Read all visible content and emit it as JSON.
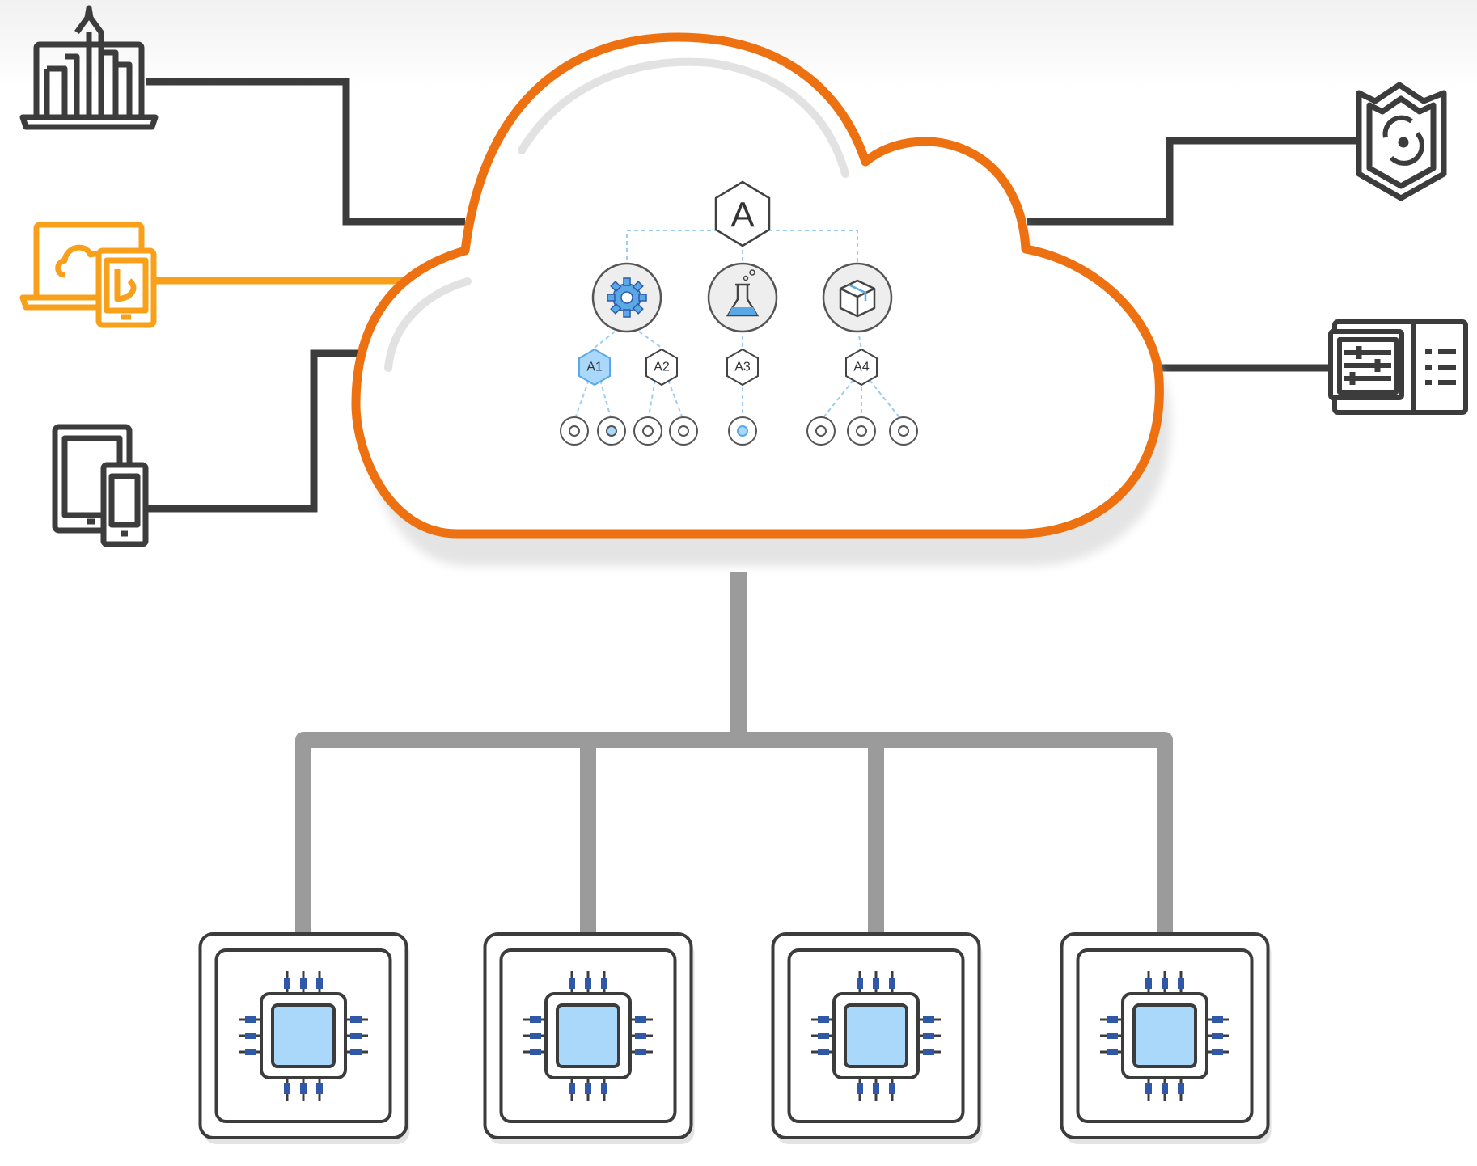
{
  "colors": {
    "cloud_outline": "#EE7111",
    "highlight_device": "#F9A01B",
    "dark_line": "#3C3C3C",
    "bus_line": "#9B9B9B",
    "chip_fill": "#A9D8FA",
    "chip_pin": "#2F58A8",
    "accent_blue": "#5AA9E6"
  },
  "cloud": {
    "root_label": "A",
    "services": [
      {
        "icon": "gear-icon"
      },
      {
        "icon": "flask-icon"
      },
      {
        "icon": "package-icon"
      }
    ],
    "sub_nodes": [
      {
        "label": "A1",
        "highlighted": true
      },
      {
        "label": "A2",
        "highlighted": false
      },
      {
        "label": "A3",
        "highlighted": false
      },
      {
        "label": "A4",
        "highlighted": false
      }
    ]
  },
  "left_devices": [
    {
      "icon": "city-laptop-icon",
      "highlighted": false
    },
    {
      "icon": "cloud-laptop-tablet-icon",
      "highlighted": true
    },
    {
      "icon": "tablet-phone-icon",
      "highlighted": false
    }
  ],
  "right_devices": [
    {
      "icon": "security-shield-icon"
    },
    {
      "icon": "settings-panel-icon"
    }
  ],
  "processors": [
    {
      "icon": "chip-icon"
    },
    {
      "icon": "chip-icon"
    },
    {
      "icon": "chip-icon"
    },
    {
      "icon": "chip-icon"
    }
  ]
}
